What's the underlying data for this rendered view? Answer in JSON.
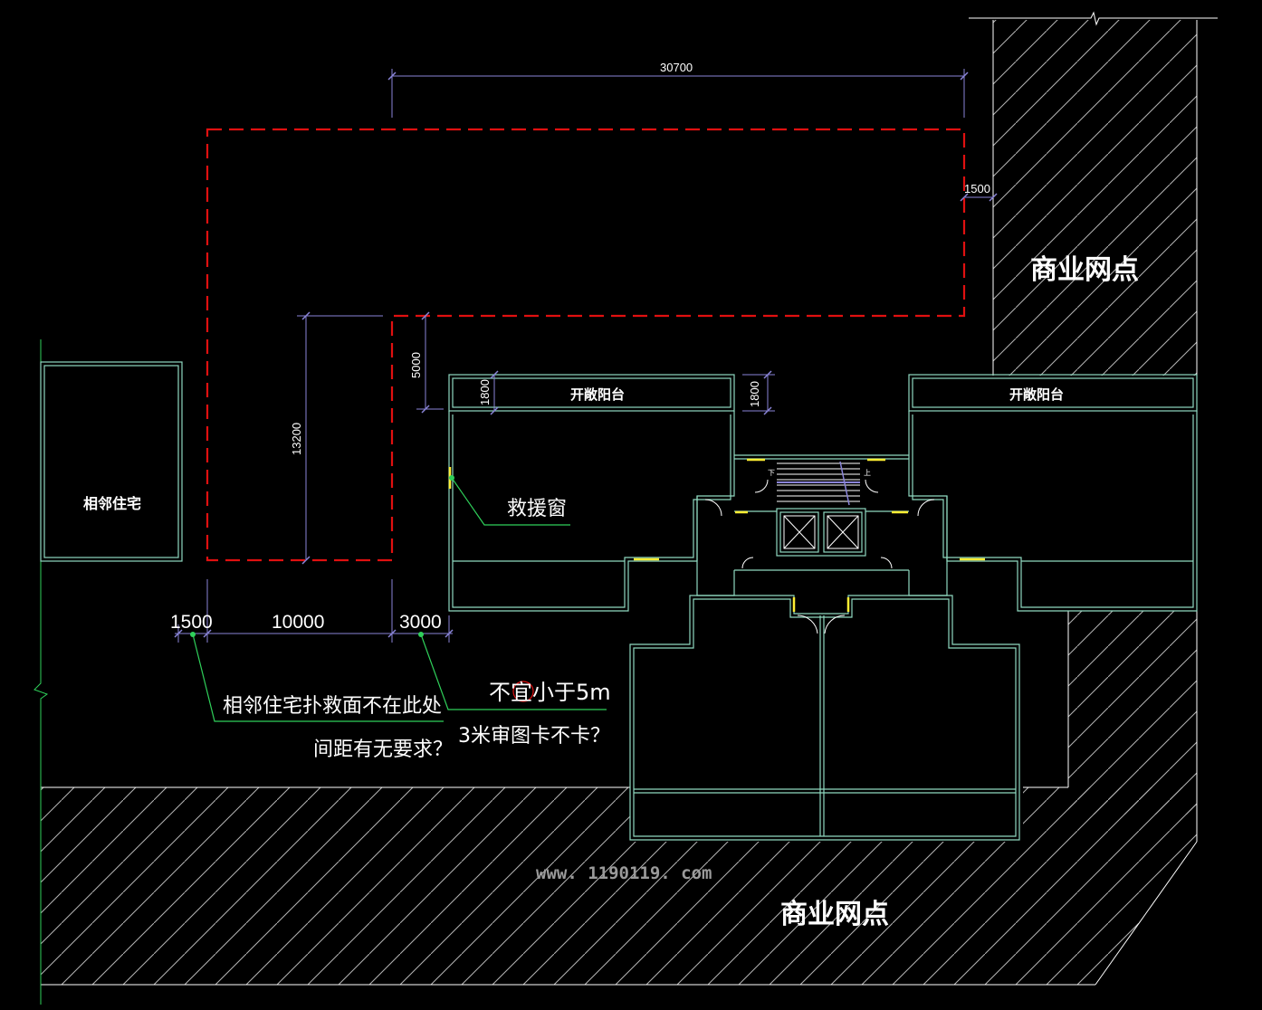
{
  "colors": {
    "background": "#000000",
    "wall": "#8fd9c0",
    "boundary": "#ffffff",
    "red_dashed": "#e01010",
    "dimension": "#8a84d8",
    "leader": "#2fd05a",
    "door": "#ffee33",
    "hatch": "#b5b5b5",
    "watermark": "#9a9a9a"
  },
  "labels": {
    "commercial_right": "商业网点",
    "commercial_bottom": "商业网点",
    "adjacent_residence": "相邻住宅",
    "balcony_left": "开敞阳台",
    "balcony_right": "开敞阳台",
    "rescue_window": "救援窗"
  },
  "dimensions": {
    "top_width": "30700",
    "right_gap": "1500",
    "depth_13200": "13200",
    "depth_5000": "5000",
    "balcony_1800_left": "1800",
    "balcony_1800_center": "1800",
    "bottom_1500": "1500",
    "bottom_10000": "10000",
    "bottom_3000": "3000"
  },
  "notes": {
    "line1": "相邻住宅扑救面不在此处",
    "line2": "间距有无要求？",
    "line3": "不宜小于5m",
    "line4": "3米审图卡不卡？"
  },
  "stair_marks": {
    "up_left": "下",
    "up_right": "上"
  },
  "watermark": "www. 1190119. com"
}
